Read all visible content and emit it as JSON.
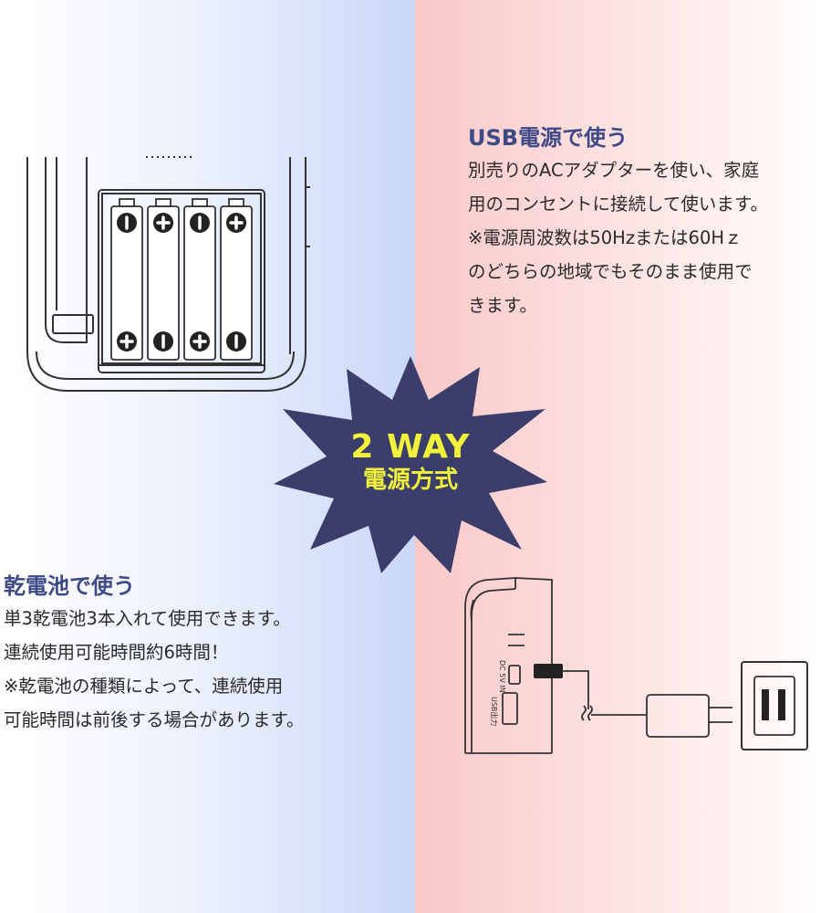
{
  "usb_section": {
    "heading": "USB電源で使う",
    "lines": [
      "別売りのACアダプターを使い、家庭",
      "用のコンセントに接続して使います。",
      "※電源周波数は50Hzまたは60Hｚ",
      "のどちらの地域でもそのまま使用で",
      "きます。"
    ]
  },
  "battery_section": {
    "heading": "乾電池で使う",
    "lines": [
      "単3乾電池3本入れて使用できます。",
      "連続使用可能時間約6時間！",
      "※乾電池の種類によって、連続使用",
      "可能時間は前後する場合があります。"
    ]
  },
  "badge": {
    "line1": "2 WAY",
    "line2": "電源方式"
  },
  "device_port_labels": {
    "dc": "DC 5V IN",
    "usb": "USB出力"
  },
  "colors": {
    "heading": "#3d4a86",
    "badge_fill": "#3b3d6b",
    "badge_text": "#f2f23a",
    "left_bg": "#c9d7f8",
    "right_bg": "#f9c9c8"
  }
}
